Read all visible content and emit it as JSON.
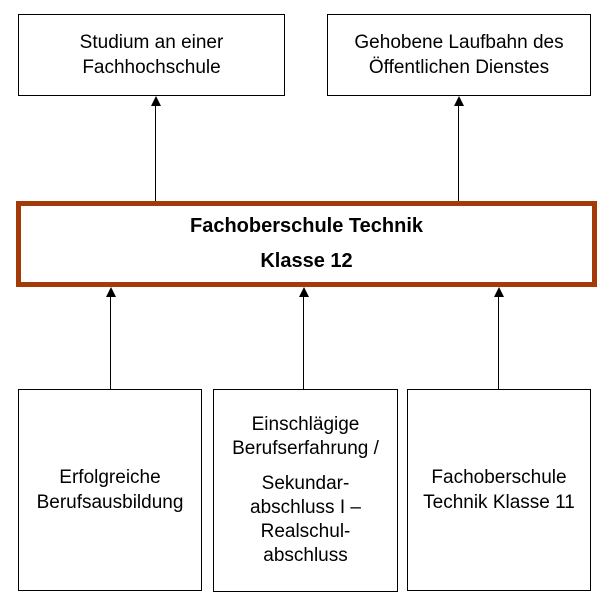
{
  "diagram": {
    "accent_color": "#A33A08",
    "line_color": "#000000",
    "background_color": "#FFFFFF",
    "nodes": {
      "studium": {
        "lines": [
          "Studium an einer",
          "Fachhochschule"
        ]
      },
      "laufbahn": {
        "lines": [
          "Gehobene Laufbahn des",
          "Öffentlichen Dienstes"
        ]
      },
      "fos12": {
        "lines": [
          "Fachoberschule Technik",
          "Klasse 12"
        ]
      },
      "berufsausbildung": {
        "lines": [
          "Erfolgreiche",
          "Berufsausbildung"
        ]
      },
      "berufserfahrung": {
        "paragraphs": [
          {
            "lines": [
              "Einschlägige",
              "Berufserfahrung /"
            ]
          },
          {
            "lines": [
              "Sekundar-",
              "abschluss I –",
              "Realschul-",
              "abschluss"
            ]
          }
        ]
      },
      "fos11": {
        "lines": [
          "Fachoberschule",
          "Technik Klasse 11"
        ]
      }
    }
  }
}
